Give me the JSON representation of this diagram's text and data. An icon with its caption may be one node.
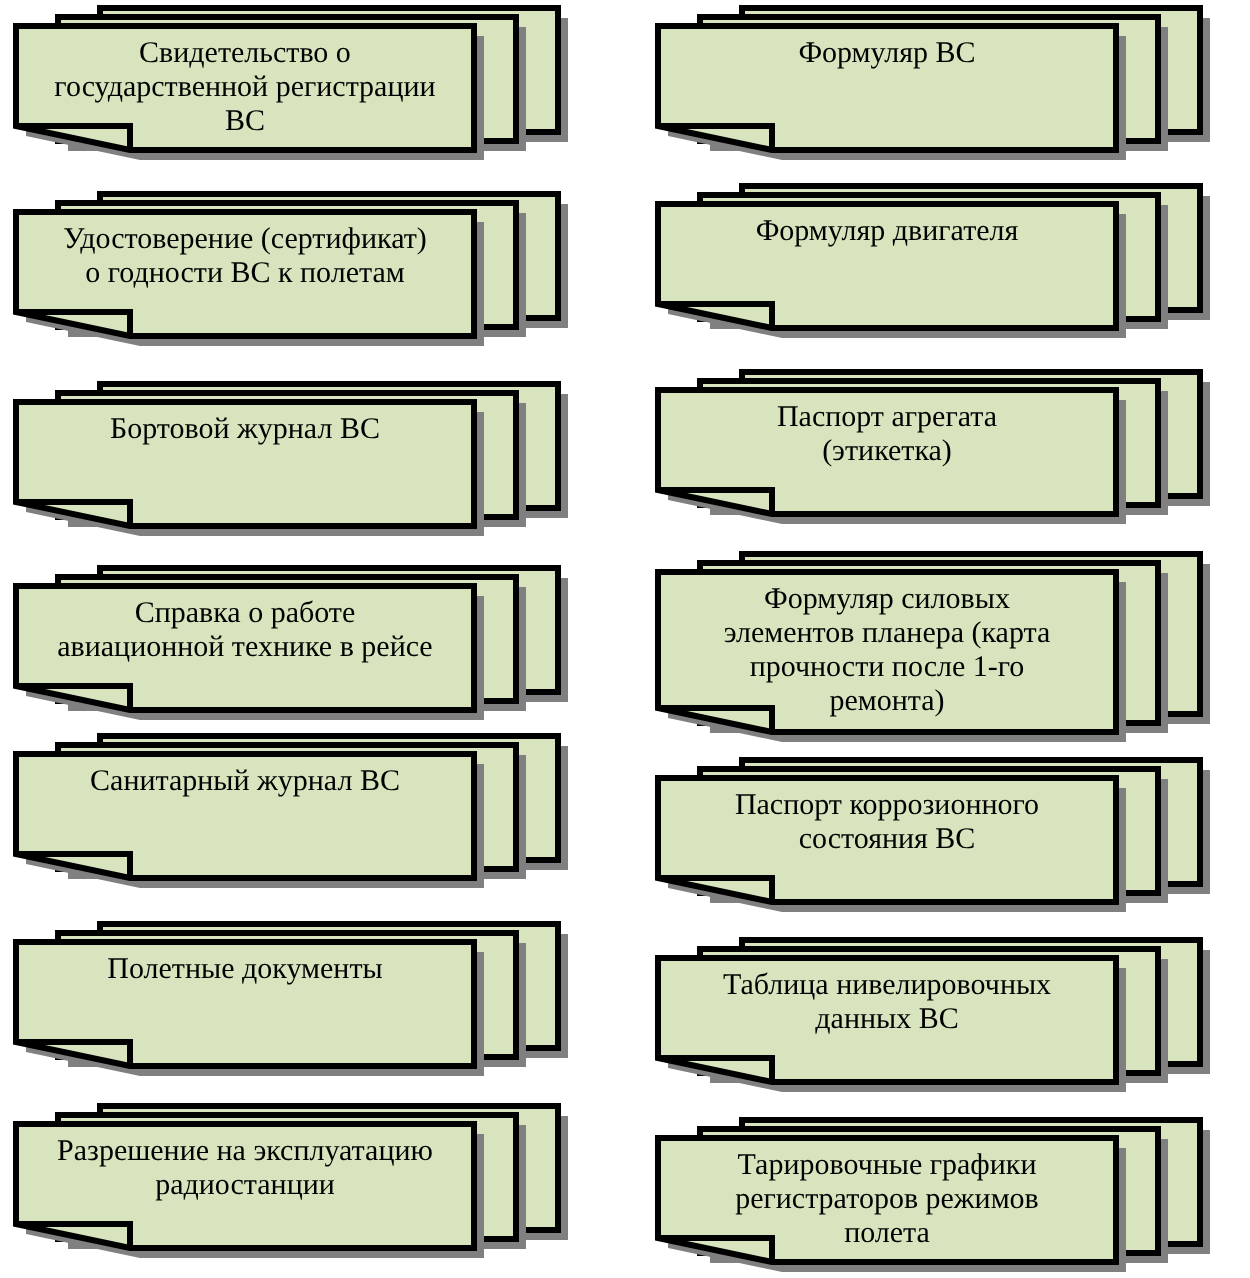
{
  "diagram": {
    "nodes": [
      {
        "text": [
          "Свидетельство о государственной регистрации ВС"
        ]
      },
      {
        "text": [
          "Удостоверение (сертификат) о годности ВС к полетам"
        ]
      },
      {
        "text": [
          "Бортовой журнал ВС"
        ]
      },
      {
        "text": [
          "Справка о работе авиационной технике в рейсе"
        ]
      },
      {
        "text": [
          "Санитарный журнал ВС"
        ]
      },
      {
        "text": [
          "Полетные документы"
        ]
      },
      {
        "text": [
          "Разрешение на эксплуатацию радиостанции"
        ]
      },
      {
        "text": [
          "Формуляр ВС"
        ]
      },
      {
        "text": [
          "Формуляр двигателя"
        ]
      },
      {
        "text": [
          "Паспорт агрегата (этикетка)"
        ]
      },
      {
        "text": [
          "Формуляр силовых элементов планера (карта прочности после 1-го ремонта)"
        ]
      },
      {
        "text": [
          "Паспорт коррозионного состояния ВС"
        ]
      },
      {
        "text": [
          "Таблица нивелировочных данных ВС"
        ]
      },
      {
        "text": [
          "Тарировочные графики регистраторов режимов полета"
        ]
      }
    ]
  }
}
